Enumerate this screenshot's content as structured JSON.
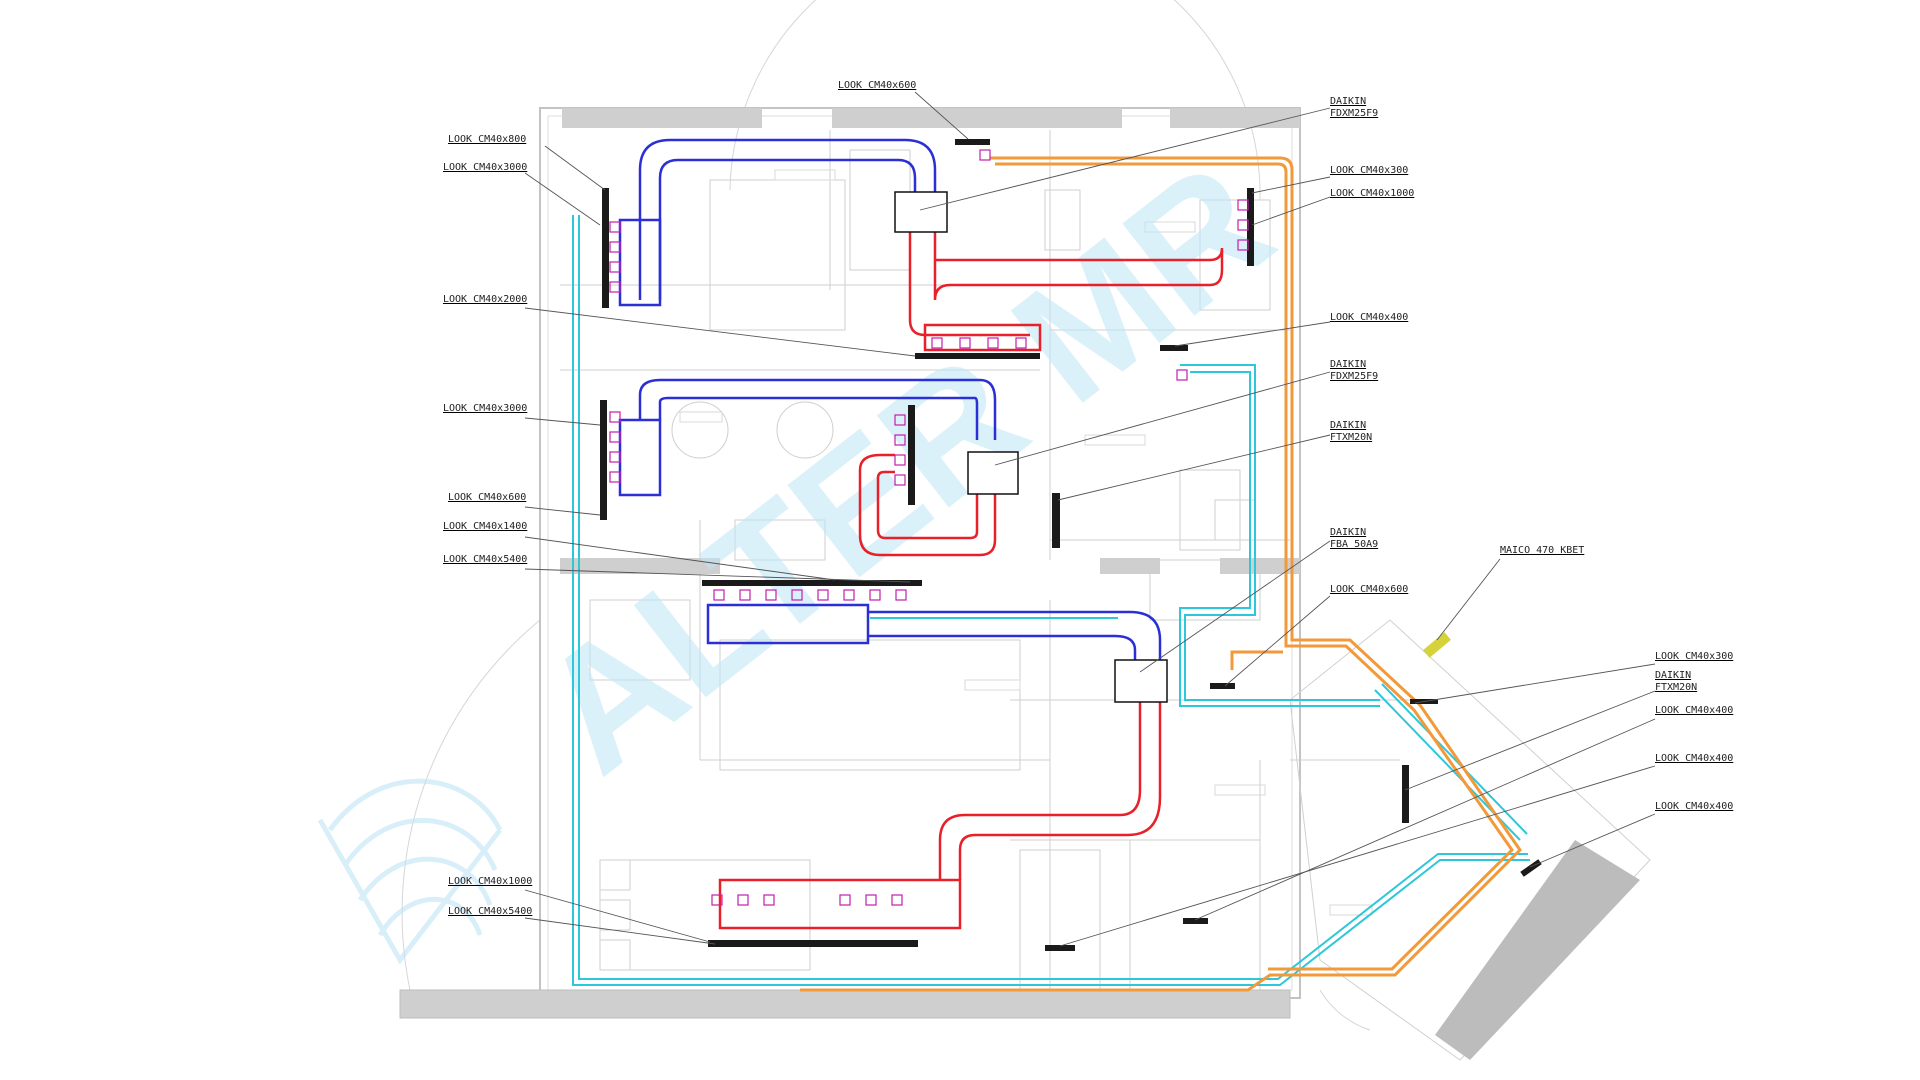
{
  "watermark": {
    "text": "ALTER MR"
  },
  "colors": {
    "wall": "#b9b9b9",
    "plan_line": "#cfcfcf",
    "supply_duct": "#e8202a",
    "return_duct": "#2b2fd6",
    "drain_pipe": "#2ec7d9",
    "refrigerant_pipe": "#f29a3a",
    "grille": "#1a1a1a",
    "leader": "#555555"
  },
  "callouts": {
    "grille_40x600_top": "LOOK CM40x600",
    "daikin_fdxm25f9_top_1": "DAIKIN",
    "daikin_fdxm25f9_top_2": "FDXM25F9",
    "grille_40x800": "LOOK CM40x800",
    "grille_40x3000_top": "LOOK CM40x3000",
    "grille_40x300_top": "LOOK CM40x300",
    "grille_40x1000_top": "LOOK CM40x1000",
    "grille_40x2000": "LOOK CM40x2000",
    "grille_40x400_mid": "LOOK CM40x400",
    "daikin_fdxm25f9_mid_1": "DAIKIN",
    "daikin_fdxm25f9_mid_2": "FDXM25F9",
    "grille_40x3000_mid": "LOOK CM40x3000",
    "daikin_ftxm20n_mid_1": "DAIKIN",
    "daikin_ftxm20n_mid_2": "FTXM20N",
    "grille_40x600_left": "LOOK CM40x600",
    "grille_40x1400": "LOOK CM40x1400",
    "grille_40x5400_mid": "LOOK CM40x5400",
    "daikin_fba50a9_1": "DAIKIN",
    "daikin_fba50a9_2": "FBA 50A9",
    "maico": "MAICO 470 KBET",
    "grille_40x600_right": "LOOK CM40x600",
    "grille_40x300_right": "LOOK CM40x300",
    "daikin_ftxm20n_right_1": "DAIKIN",
    "daikin_ftxm20n_right_2": "FTXM20N",
    "grille_40x400_r1": "LOOK CM40x400",
    "grille_40x400_r2": "LOOK CM40x400",
    "grille_40x400_r3": "LOOK CM40x400",
    "grille_40x1000_bottom": "LOOK CM40x1000",
    "grille_40x5400_bottom": "LOOK CM40x5400"
  },
  "icons": {
    "watermark_logo": "wave-logo-icon",
    "indoor_unit": "ac-unit-icon",
    "grille": "linear-grille-icon"
  }
}
